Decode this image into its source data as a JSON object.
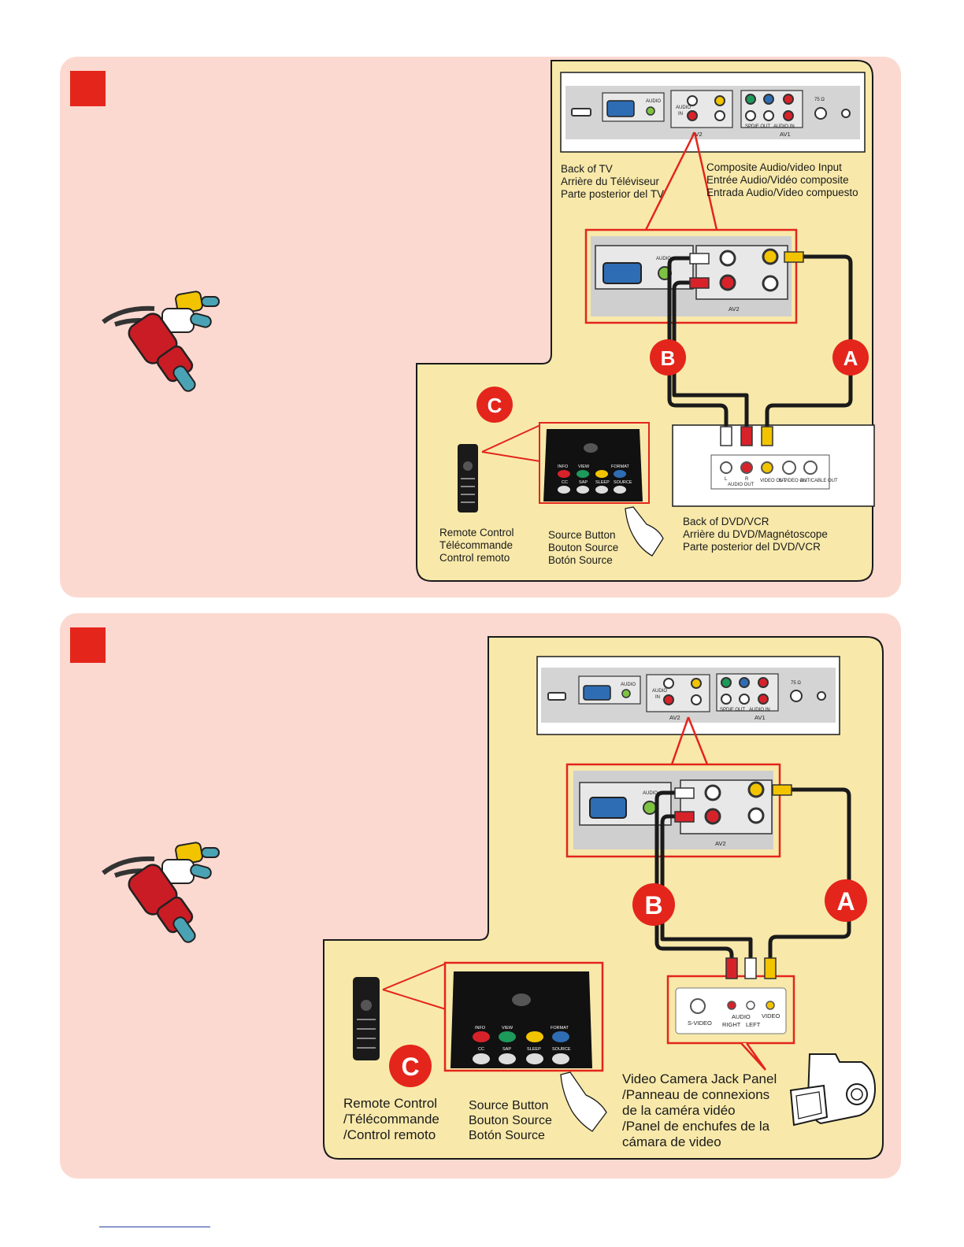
{
  "colors": {
    "panel_bg": "#fcd9d0",
    "inner_bg": "#f8e9aa",
    "accent_red": "#e4251b",
    "cable_yellow": "#f2c400",
    "cable_red": "#d8222a",
    "vga_blue": "#2e6db4"
  },
  "icons": [
    "rca-plugs-icon",
    "remote-control-icon",
    "hand-pointer-icon",
    "video-camera-icon",
    "hdmi-port-icon",
    "vga-port-icon"
  ],
  "panel1": {
    "tv_labels": [
      "Back of TV",
      "Arrière du Téléviseur",
      "Parte posterior del TV"
    ],
    "composite_labels": [
      "Composite Audio/video Input",
      "Entrée Audio/Vidéo composite",
      "Entrada Audio/Video compuesto"
    ],
    "dvd_labels": [
      "Back of DVD/VCR",
      "Arrière du DVD/Magnétoscope",
      "Parte posterior del DVD/VCR"
    ],
    "remote_labels": [
      "Remote Control",
      "Télécommande",
      "Control remoto"
    ],
    "source_labels": [
      "Source Button",
      "Bouton Source",
      "Botón Source"
    ],
    "callouts": {
      "a": "A",
      "b": "B",
      "c": "C"
    }
  },
  "panel2": {
    "camera_labels": [
      "Video Camera Jack Panel",
      "/Panneau de connexions",
      "de la caméra vidéo",
      "/Panel de enchufes de la",
      "cámara de video"
    ],
    "remote_labels": [
      "Remote Control",
      "/Télécommande",
      "/Control remoto"
    ],
    "source_labels": [
      "Source Button",
      "Bouton Source",
      "Botón Source"
    ],
    "callouts": {
      "a": "A",
      "b": "B",
      "c": "C"
    },
    "jack_labels": {
      "svideo": "S-VIDEO",
      "audio": "AUDIO",
      "right": "RIGHT",
      "left": "LEFT",
      "video": "VIDEO"
    }
  },
  "tv_panel": {
    "audio": "AUDIO",
    "in": "IN",
    "av2": "AV2",
    "av1": "AV1",
    "spdif": "SPDIF OUT",
    "audio_in": "AUDIO IN",
    "ohm": "75 Ω"
  },
  "zoom_panel": {
    "audio": "AUDIO",
    "av2": "AV2"
  },
  "remote_buttons": {
    "info": "INFO",
    "view": "VIEW",
    "format": "FORMAT",
    "cc": "CC",
    "sap": "SAP",
    "sleep": "SLEEP",
    "source": "SOURCE"
  },
  "dvd_jacks": {
    "l": "L",
    "r": "R",
    "audio_out": "AUDIO OUT",
    "video_out": "VIDEO OUT",
    "svideo_out": "S-VIDEO OUT",
    "ant_out": "ANT/CABLE OUT"
  }
}
